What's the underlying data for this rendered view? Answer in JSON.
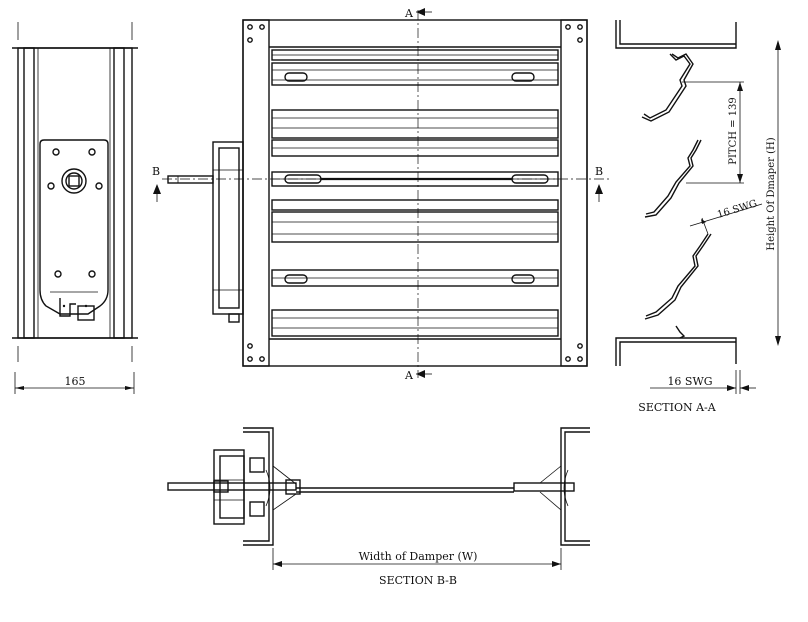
{
  "side_view": {
    "width_label": "165"
  },
  "front_view": {
    "section_a_top": "A",
    "section_a_bottom": "A",
    "section_b_left": "B",
    "section_b_right": "B"
  },
  "section_a": {
    "pitch_label": "PITCH = 139",
    "blade_gauge_label": "16 SWG",
    "height_label": "Height Of Dmaper (H)",
    "frame_gauge_label": "16 SWG",
    "title": "SECTION  A-A"
  },
  "section_b": {
    "width_label": "Width of Damper (W)",
    "title": "SECTION  B-B"
  }
}
